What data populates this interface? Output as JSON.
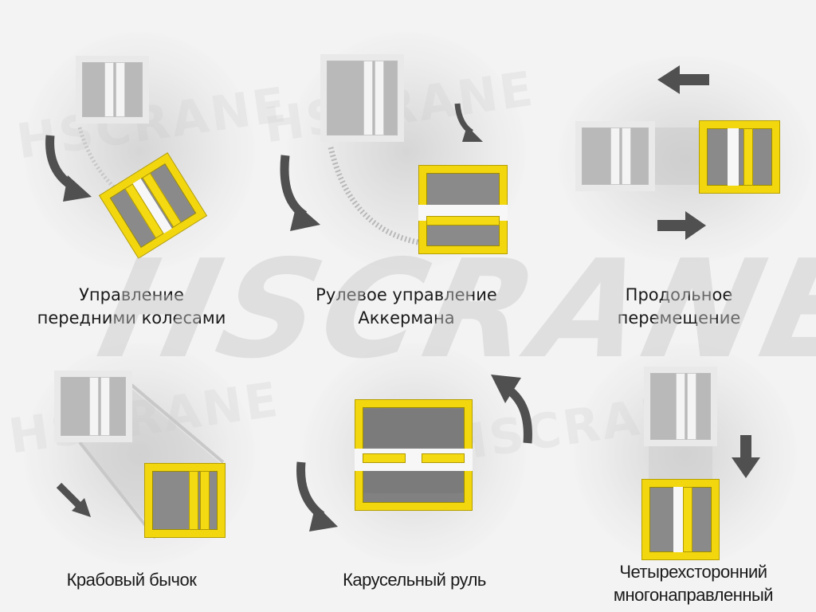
{
  "watermark": {
    "main": "HSCRANE",
    "background_repeat": "HSCRANE"
  },
  "colors": {
    "background": "#f3f3f3",
    "frame_active": "#f2d70f",
    "frame_ghost": "#e9e9e9",
    "arrow": "#505050",
    "text": "#1a1a1a"
  },
  "panels": [
    {
      "id": "front-wheel-steering",
      "label_line1": "Управление",
      "label_line2": "передними колесами",
      "arrow_icon": "curved-arrow-down-right"
    },
    {
      "id": "ackermann-steering",
      "label_line1": "Рулевое управление",
      "label_line2": "Аккермана",
      "arrow_icon": "curved-arrow-down-right"
    },
    {
      "id": "longitudinal-movement",
      "label_line1": "Продольное",
      "label_line2": "перемещение",
      "arrow_icon": "straight-arrows-left-right"
    },
    {
      "id": "crab-steering",
      "label_line1": "Крабовый бычок",
      "label_line2": "",
      "arrow_icon": "straight-arrow-down-right"
    },
    {
      "id": "carousel-steering",
      "label_line1": "Карусельный руль",
      "label_line2": "",
      "arrow_icon": "curved-arrows-rotate"
    },
    {
      "id": "four-way-multidirectional",
      "label_line1": "Четырехсторонний",
      "label_line2": "многонаправленный",
      "arrow_icon": "straight-arrow-down"
    }
  ]
}
